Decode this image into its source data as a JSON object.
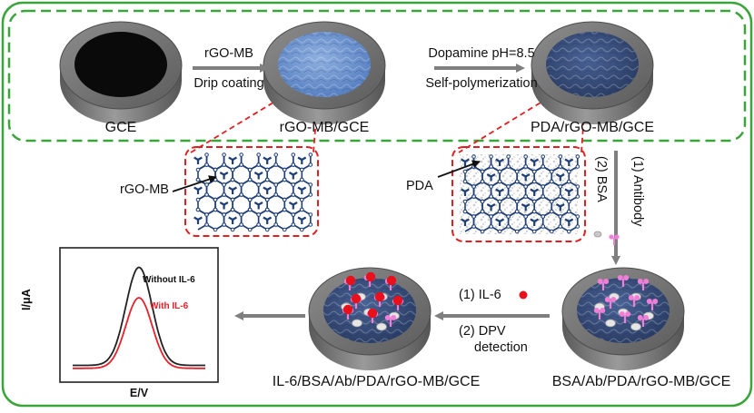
{
  "steps": {
    "gce": "GCE",
    "rgo_mb_gce": "rGO-MB/GCE",
    "pda_rgo_mb_gce": "PDA/rGO-MB/GCE",
    "bsa_ab_electrode": "BSA/Ab/PDA/rGO-MB/GCE",
    "il6_electrode": "IL-6/BSA/Ab/PDA/rGO-MB/GCE"
  },
  "arrows": {
    "step1_top": "rGO-MB",
    "step1_bottom": "Drip coating",
    "step2_top": "Dopamine pH=8.5",
    "step2_bottom": "Self-polymerization",
    "step3_a": "(1) Antibody",
    "step3_b": "(2) BSA",
    "step4_a": "(1) IL-6",
    "step4_b": "(2) DPV",
    "step4_c": "detection"
  },
  "callouts": {
    "rgo_mb": "rGO-MB",
    "pda": "PDA"
  },
  "chart": {
    "ylabel": "I/μA",
    "xlabel": "E/V",
    "legend_without": "Without IL-6",
    "legend_with": "With IL-6"
  },
  "colors": {
    "outer_border": "#3aa53a",
    "dashed_green": "#3aa53a",
    "dashed_red": "#e02020",
    "arrow_gray": "#7f7f7f",
    "electrode_rim": "#6f6f6f",
    "gce_core": "#0a0a0a",
    "rgo_surface": "#6f93cf",
    "pda_surface": "#334a78",
    "lattice": "#1f3f78",
    "il6_red": "#e8101a",
    "antibody_pink": "#f07fd8",
    "curve_black": "#222222",
    "curve_red": "#e8202a"
  },
  "chart_data": {
    "type": "line",
    "xlabel": "E/V",
    "ylabel": "I/μA",
    "series": [
      {
        "name": "Without IL-6",
        "color": "#222222",
        "peak": 1.0,
        "baseline": 0.06
      },
      {
        "name": "With IL-6",
        "color": "#e8202a",
        "peak": 0.72,
        "baseline": 0.03
      }
    ]
  }
}
